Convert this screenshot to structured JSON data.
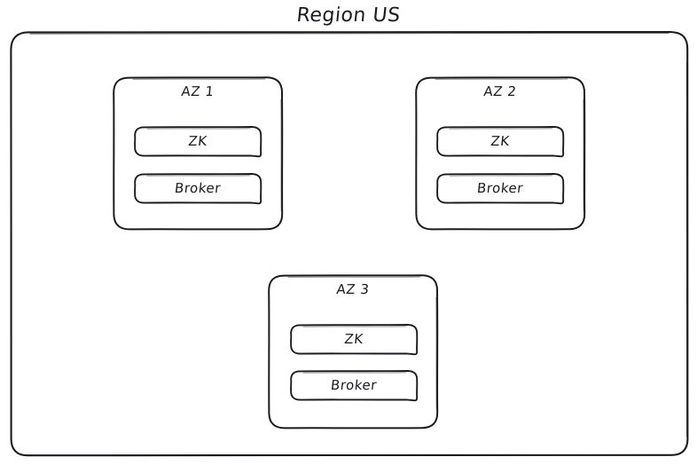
{
  "diagram": {
    "type": "architecture-diagram",
    "style": "hand-drawn",
    "background_color": "#ffffff",
    "stroke_color": "#1b1b1f",
    "region": {
      "title": "Region US",
      "zones": [
        {
          "name": "AZ 1",
          "nodes": [
            {
              "label": "ZK"
            },
            {
              "label": "Broker"
            }
          ]
        },
        {
          "name": "AZ 2",
          "nodes": [
            {
              "label": "ZK"
            },
            {
              "label": "Broker"
            }
          ]
        },
        {
          "name": "AZ 3",
          "nodes": [
            {
              "label": "ZK"
            },
            {
              "label": "Broker"
            }
          ]
        }
      ]
    }
  }
}
